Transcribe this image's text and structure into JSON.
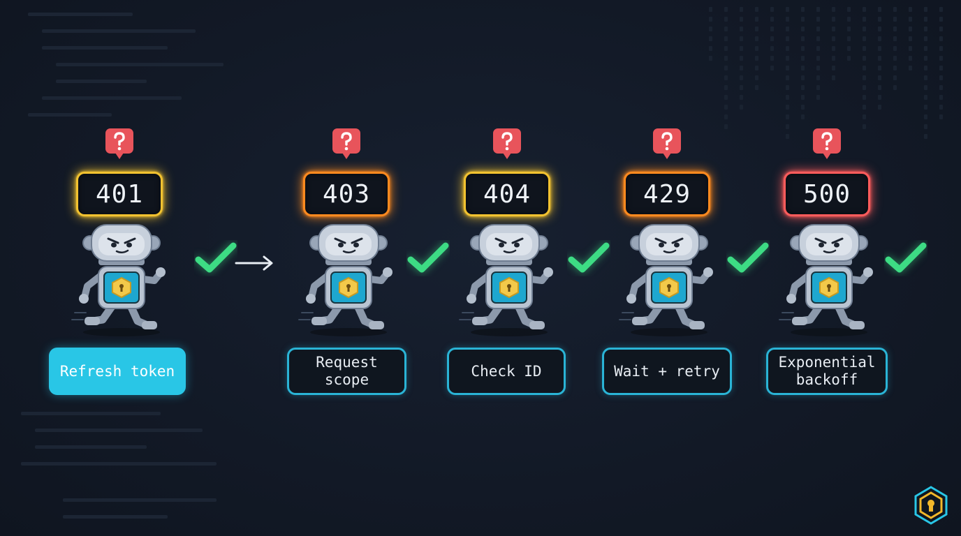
{
  "colors": {
    "background": "#131a26",
    "accent_cyan": "#29c6e6",
    "check_green": "#3ddc84",
    "question_red": "#e8545b",
    "yellow": "#f2c230",
    "orange": "#ff8a1f",
    "red": "#ff5c5c"
  },
  "steps": [
    {
      "code": "401",
      "label": "Refresh token",
      "color": "#f2c230",
      "active": true
    },
    {
      "code": "403",
      "label": "Request\nscope",
      "color": "#ff8a1f",
      "active": false
    },
    {
      "code": "404",
      "label": "Check ID",
      "color": "#f2c230",
      "active": false
    },
    {
      "code": "429",
      "label": "Wait + retry",
      "color": "#ff8a1f",
      "active": false
    },
    {
      "code": "500",
      "label": "Exponential\nbackoff",
      "color": "#ff5c5c",
      "active": false
    }
  ],
  "icons": {
    "question": "question-bubble-icon",
    "status_check": "check-icon",
    "flow_arrow": "arrow-right-icon",
    "robot": "robot-icon",
    "brand": "hex-keyhole-logo-icon"
  }
}
